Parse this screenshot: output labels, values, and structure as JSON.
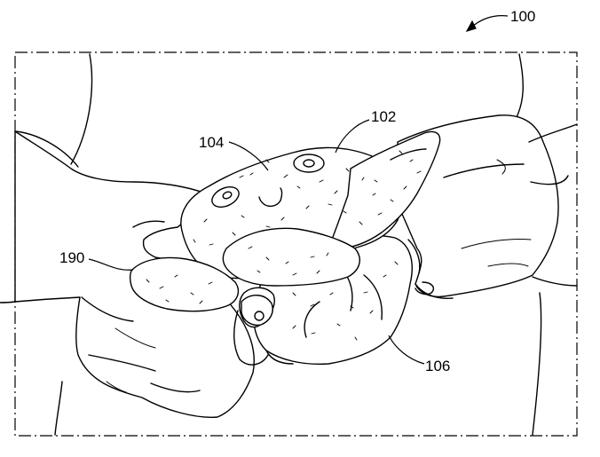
{
  "figure": {
    "labels": {
      "fig_ref": "100",
      "outer_plush": "102",
      "face_portion": "104",
      "inner_portion": "106",
      "hands": "190"
    }
  }
}
